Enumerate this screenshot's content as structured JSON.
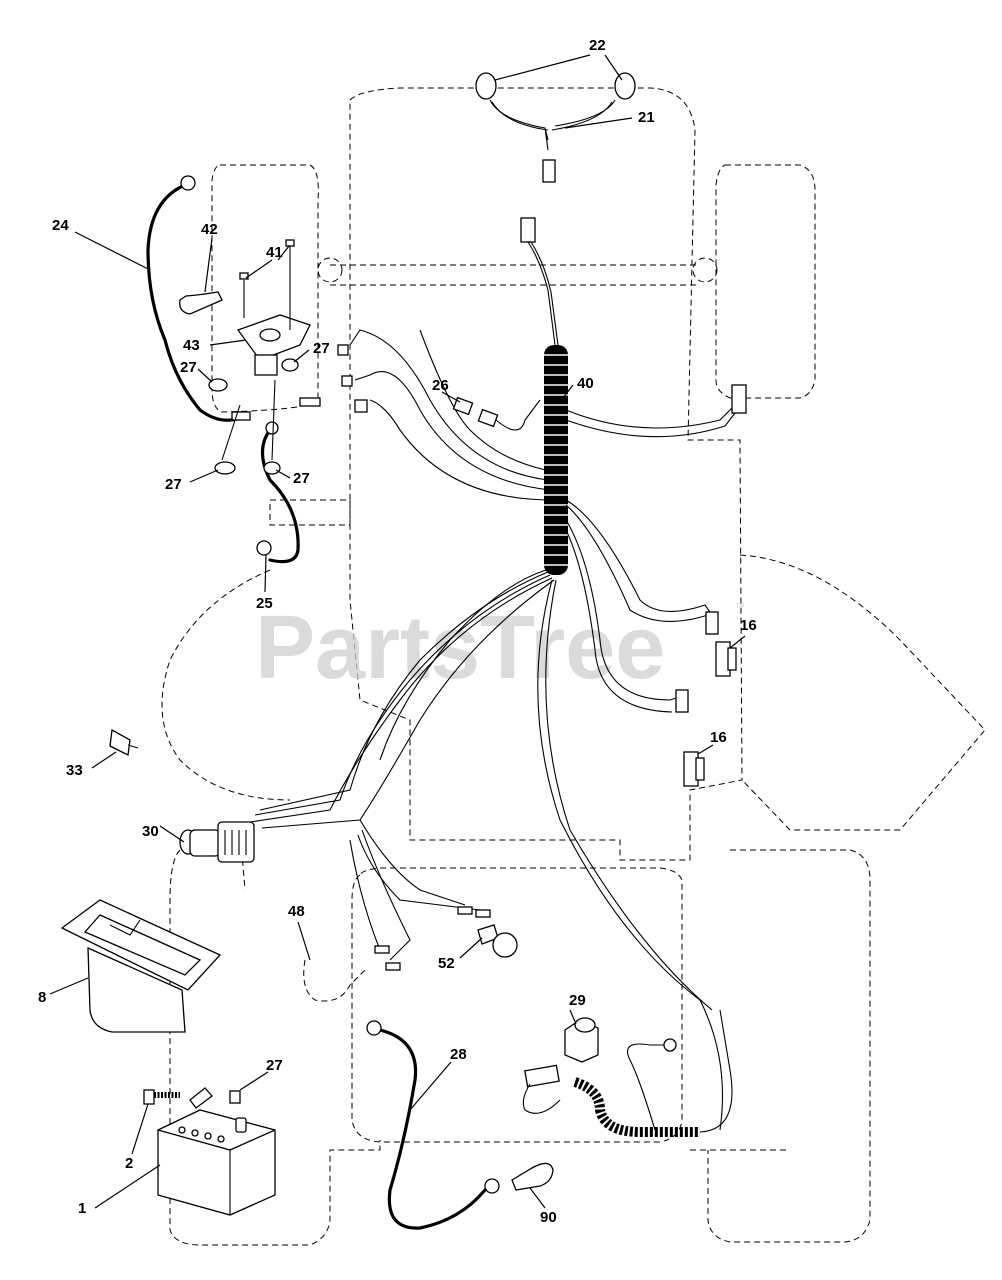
{
  "watermark": {
    "text": "PartsTree",
    "mark": "™"
  },
  "callouts": [
    {
      "id": "c22",
      "text": "22"
    },
    {
      "id": "c21",
      "text": "21"
    },
    {
      "id": "c24",
      "text": "24"
    },
    {
      "id": "c42",
      "text": "42"
    },
    {
      "id": "c41",
      "text": "41"
    },
    {
      "id": "c43",
      "text": "43"
    },
    {
      "id": "c27a",
      "text": "27"
    },
    {
      "id": "c27b",
      "text": "27"
    },
    {
      "id": "c27c",
      "text": "27"
    },
    {
      "id": "c27d",
      "text": "27"
    },
    {
      "id": "c26",
      "text": "26"
    },
    {
      "id": "c40",
      "text": "40"
    },
    {
      "id": "c25",
      "text": "25"
    },
    {
      "id": "c16a",
      "text": "16"
    },
    {
      "id": "c16b",
      "text": "16"
    },
    {
      "id": "c33",
      "text": "33"
    },
    {
      "id": "c30",
      "text": "30"
    },
    {
      "id": "c48",
      "text": "48"
    },
    {
      "id": "c52",
      "text": "52"
    },
    {
      "id": "c8",
      "text": "8"
    },
    {
      "id": "c29",
      "text": "29"
    },
    {
      "id": "c28",
      "text": "28"
    },
    {
      "id": "c27e",
      "text": "27"
    },
    {
      "id": "c2",
      "text": "2"
    },
    {
      "id": "c1",
      "text": "1"
    },
    {
      "id": "c90",
      "text": "90"
    }
  ],
  "colors": {
    "ink": "#000000",
    "watermark": "#cfcfcf",
    "background": "#ffffff"
  }
}
